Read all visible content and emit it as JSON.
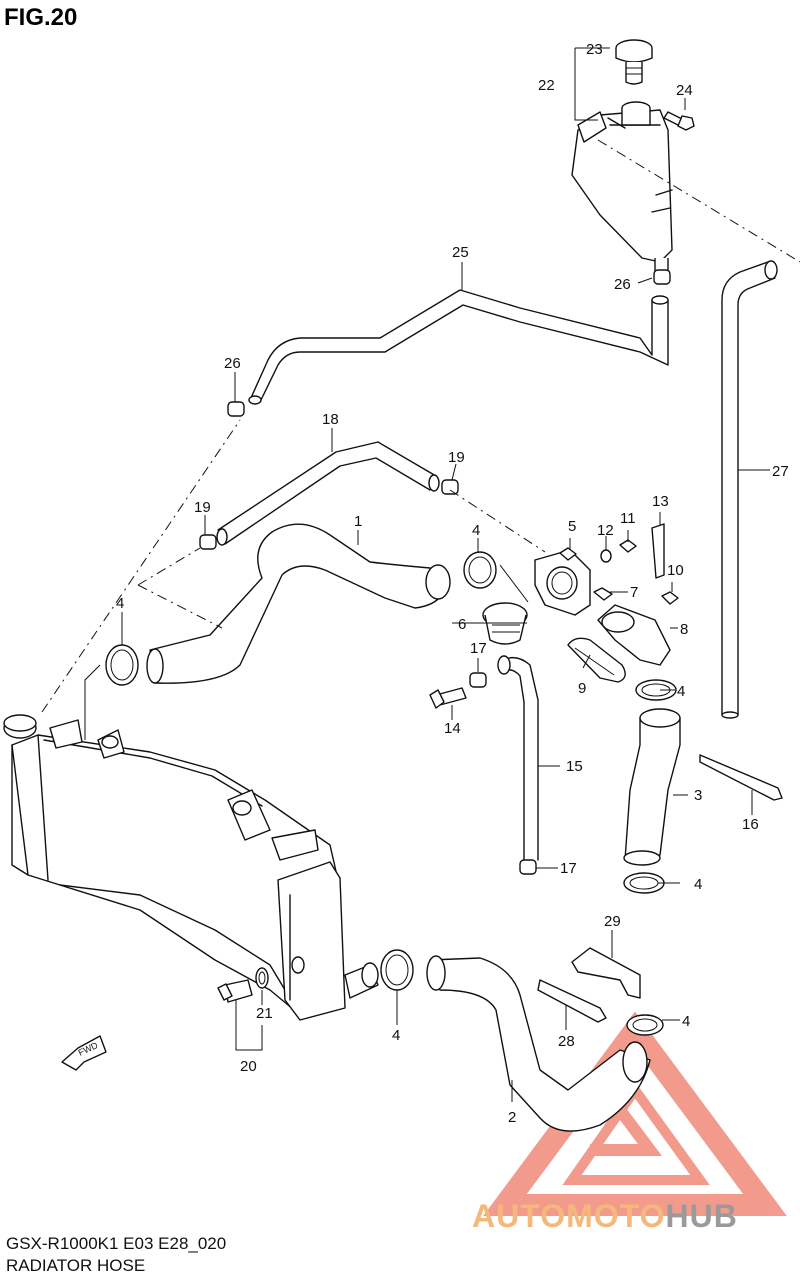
{
  "figure": {
    "title": "FIG.20"
  },
  "footer": {
    "model_code": "GSX-R1000K1 E03 E28_020",
    "section_title": "RADIATOR HOSE"
  },
  "fwd_label": "FWD",
  "watermark": {
    "part1": "AUTOMOTO",
    "part2": "HUB",
    "colors": {
      "accent": "#f08a7a",
      "text": "#f5b87c",
      "gray": "#9a9a9a"
    }
  },
  "callouts": [
    "1",
    "2",
    "3",
    "4",
    "5",
    "6",
    "7",
    "8",
    "9",
    "10",
    "11",
    "12",
    "13",
    "14",
    "15",
    "16",
    "17",
    "19",
    "18",
    "20",
    "21",
    "22",
    "23",
    "24",
    "25",
    "26",
    "27",
    "28",
    "29"
  ],
  "labels": {
    "c1": "1",
    "c2": "2",
    "c3": "3",
    "c4a": "4",
    "c4b": "4",
    "c4c": "4",
    "c4d": "4",
    "c4e": "4",
    "c4f": "4",
    "c5": "5",
    "c6": "6",
    "c7": "7",
    "c8": "8",
    "c9": "9",
    "c10": "10",
    "c11": "11",
    "c12": "12",
    "c13": "13",
    "c14": "14",
    "c15": "15",
    "c16": "16",
    "c17a": "17",
    "c17b": "17",
    "c18": "18",
    "c19a": "19",
    "c19b": "19",
    "c20": "20",
    "c21": "21",
    "c22": "22",
    "c23": "23",
    "c24": "24",
    "c25": "25",
    "c26a": "26",
    "c26b": "26",
    "c27": "27",
    "c28": "28",
    "c29": "29"
  }
}
